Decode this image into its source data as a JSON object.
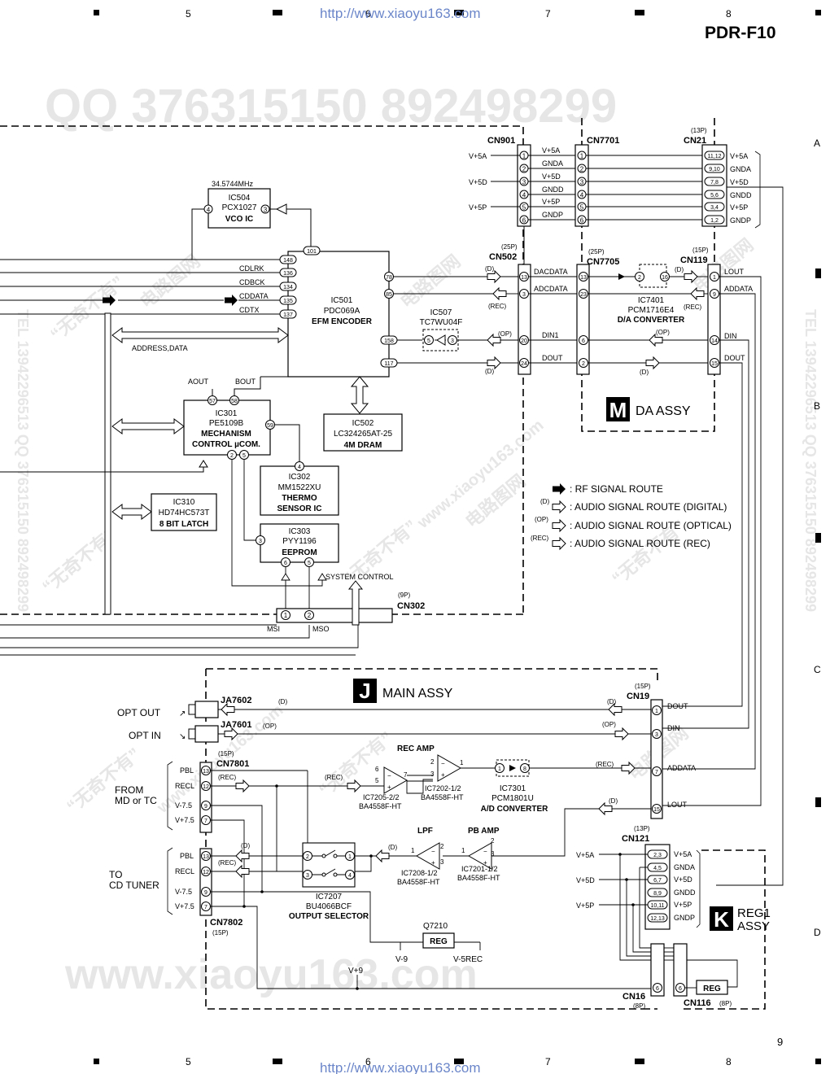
{
  "model": "PDR-F10",
  "page_number": "9",
  "url_top": "http://www.xiaoyu163.com",
  "url_bottom": "http://www.xiaoyu163.com",
  "watermark_qq": "QQ 376315150    892498299",
  "watermark_www": "www.xiaoyu163.com",
  "watermark_tel": "TEL 13942296513  QQ 376315150  892498299",
  "watermark_cn1": "“无奇不有”",
  "watermark_cn2": "电路图网",
  "grid": {
    "cols_top": [
      "5",
      "6",
      "7",
      "8"
    ],
    "cols_bottom": [
      "5",
      "6",
      "7",
      "8"
    ],
    "rows": [
      "A",
      "B",
      "C",
      "D"
    ]
  },
  "ic504": {
    "freq": "34.5744MHz",
    "ref": "IC504",
    "part": "PCX1027",
    "name": "VCO IC",
    "pin_in": "4",
    "pin_out": "3"
  },
  "ic501": {
    "ref": "IC501",
    "part": "PDC069A",
    "name": "EFM ENCODER",
    "pins": {
      "p101": "101",
      "p148": "148",
      "p136": "136",
      "p134": "134",
      "p135": "135",
      "p137": "137",
      "p78": "78",
      "p85": "85",
      "p158": "158",
      "p117": "117"
    }
  },
  "ic507": {
    "ref": "IC507",
    "part": "TC7WU04F",
    "pin_a": "5",
    "pin_b": "3"
  },
  "ic502": {
    "ref": "IC502",
    "part": "LC324265AT-25",
    "name": "4M DRAM"
  },
  "ic301": {
    "ref": "IC301",
    "part": "PE5109B",
    "name1": "MECHANISM",
    "name2": "CONTROL µCOM.",
    "p57": "57",
    "p58": "58",
    "p59": "59",
    "p2": "2",
    "p5": "5"
  },
  "ic302": {
    "ref": "IC302",
    "part": "MM1522XU",
    "name1": "THERMO",
    "name2": "SENSOR IC",
    "p4": "4"
  },
  "ic303": {
    "ref": "IC303",
    "part": "PYY1196",
    "name": "EEPROM",
    "p3": "3",
    "p6": "6",
    "p5": "5"
  },
  "ic310": {
    "ref": "IC310",
    "part": "HD74HC573T",
    "name": "8 BIT LATCH"
  },
  "ic7401": {
    "ref": "IC7401",
    "part": "PCM1716E4",
    "name": "D/A CONVERTER",
    "p2": "2",
    "p16": "16"
  },
  "signals": {
    "cdlrk": "CDLRK",
    "cdbck": "CDBCK",
    "cddata": "CDDATA",
    "cdtx": "CDTX",
    "address": "ADDRESS,DATA",
    "aout": "AOUT",
    "bout": "BOUT",
    "sysctl": "SYSTEM CONTROL",
    "msi": "MSI",
    "mso": "MSO",
    "dacdata": "DACDATA",
    "adcdata": "ADCDATA",
    "din1": "DIN1",
    "dout": "DOUT"
  },
  "cn901": {
    "ref": "CN901",
    "left": [
      "V+5A",
      "V+5D",
      "V+5P"
    ],
    "pins": [
      "1",
      "2",
      "3",
      "4",
      "5",
      "6"
    ],
    "right": [
      "V+5A",
      "GNDA",
      "V+5D",
      "GNDD",
      "V+5P",
      "GNDP"
    ]
  },
  "cn7701": {
    "ref": "CN7701",
    "pins": [
      "1",
      "2",
      "3",
      "4",
      "5",
      "6"
    ]
  },
  "cn21": {
    "ref": "CN21",
    "count": "(13P)",
    "pins": [
      "11,12",
      "9,10",
      "7,8",
      "5,6",
      "3,4",
      "1,2"
    ],
    "labels": [
      "V+5A",
      "GNDA",
      "V+5D",
      "GNDD",
      "V+5P",
      "GNDP"
    ]
  },
  "cn502": {
    "ref": "CN502",
    "count": "(25P)",
    "pins": [
      "13",
      "3",
      "20",
      "24"
    ]
  },
  "cn7705": {
    "ref": "CN7705",
    "count": "(25P)",
    "pins": [
      "13",
      "23",
      "6",
      "2"
    ]
  },
  "cn119": {
    "ref": "CN119",
    "count": "(15P)",
    "pins": [
      "1",
      "9",
      "14",
      "15"
    ],
    "labels": [
      "LOUT",
      "ADDATA",
      "DIN",
      "DOUT"
    ]
  },
  "cn302": {
    "ref": "CN302",
    "count": "(9P)",
    "p1": "1",
    "p2": "2"
  },
  "route_tags": {
    "d": "(D)",
    "rec": "(REC)",
    "op": "(OP)"
  },
  "legend": {
    "rf": ": RF SIGNAL ROUTE",
    "digital": ": AUDIO SIGNAL ROUTE (DIGITAL)",
    "optical": ": AUDIO SIGNAL ROUTE (OPTICAL)",
    "rec": ": AUDIO SIGNAL ROUTE (REC)"
  },
  "da_assy": {
    "letter": "M",
    "name": "DA ASSY"
  },
  "main_assy": {
    "letter": "J",
    "name": "MAIN ASSY"
  },
  "reg1_assy": {
    "letter": "K",
    "name1": "REG1",
    "name2": "ASSY"
  },
  "ja7602": {
    "ref": "JA7602",
    "label": "OPT OUT"
  },
  "ja7601": {
    "ref": "JA7601",
    "label": "OPT IN"
  },
  "cn7801": {
    "ref": "CN7801",
    "count": "(15P)",
    "labels": [
      "PBL",
      "RECL",
      "V-7.5",
      "V+7.5"
    ],
    "pins": [
      "13",
      "12",
      "9",
      "7"
    ]
  },
  "from_md": {
    "line1": "FROM",
    "line2": "MD or TC"
  },
  "cn7802": {
    "ref": "CN7802",
    "count": "(15P)",
    "labels": [
      "PBL",
      "RECL",
      "V-7.5",
      "V+7.5"
    ],
    "pins": [
      "13",
      "12",
      "9",
      "7"
    ]
  },
  "to_cd": {
    "line1": "TO",
    "line2": "CD TUNER"
  },
  "rec_amp": "REC AMP",
  "ic7205": {
    "ref": "IC7205-2/2",
    "part": "BA4558F-HT",
    "p6": "6",
    "p5": "5",
    "p7": "7"
  },
  "ic7202": {
    "ref": "IC7202-1/2",
    "part": "BA4558F-HT",
    "p2": "2",
    "p3": "3",
    "p1": "1"
  },
  "ic7301": {
    "ref": "IC7301",
    "part": "PCM1801U",
    "name": "A/D CONVERTER",
    "p1": "1",
    "p8": "8"
  },
  "lpf": "LPF",
  "pb_amp": "PB AMP",
  "ic7208": {
    "ref": "IC7208-1/2",
    "part": "BA4558F-HT",
    "p1": "1",
    "p2": "2",
    "p3": "3"
  },
  "ic7201": {
    "ref": "IC7201-1/2",
    "part": "BA4558F-HT",
    "p1": "1",
    "p2": "2",
    "p3": "3"
  },
  "ic7207": {
    "ref": "IC7207",
    "part": "BU4066BCF",
    "name": "OUTPUT SELECTOR",
    "p2": "2",
    "p1": "1",
    "p3": "3",
    "p4": "4"
  },
  "q7210": {
    "ref": "Q7210",
    "name": "REG",
    "in": "V-9",
    "out": "V-5REC"
  },
  "v9": "V+9",
  "cn19": {
    "ref": "CN19",
    "count": "(15P)",
    "pins": [
      "1",
      "3",
      "7",
      "15"
    ],
    "labels": [
      "DOUT",
      "DIN",
      "ADDATA",
      "LOUT"
    ]
  },
  "cn121": {
    "ref": "CN121",
    "count": "(13P)",
    "left": [
      "V+5A",
      "V+5D",
      "V+5P"
    ],
    "pins": [
      "2,3",
      "4,5",
      "6,7",
      "8,9",
      "10,11",
      "12,13"
    ],
    "labels": [
      "V+5A",
      "GNDA",
      "V+5D",
      "GNDD",
      "V+5P",
      "GNDP"
    ]
  },
  "cn16": {
    "ref": "CN16",
    "count": "(8P)",
    "pin": "6"
  },
  "cn116": {
    "ref": "CN116",
    "count": "(8P)",
    "pin": "6",
    "reg": "REG"
  }
}
